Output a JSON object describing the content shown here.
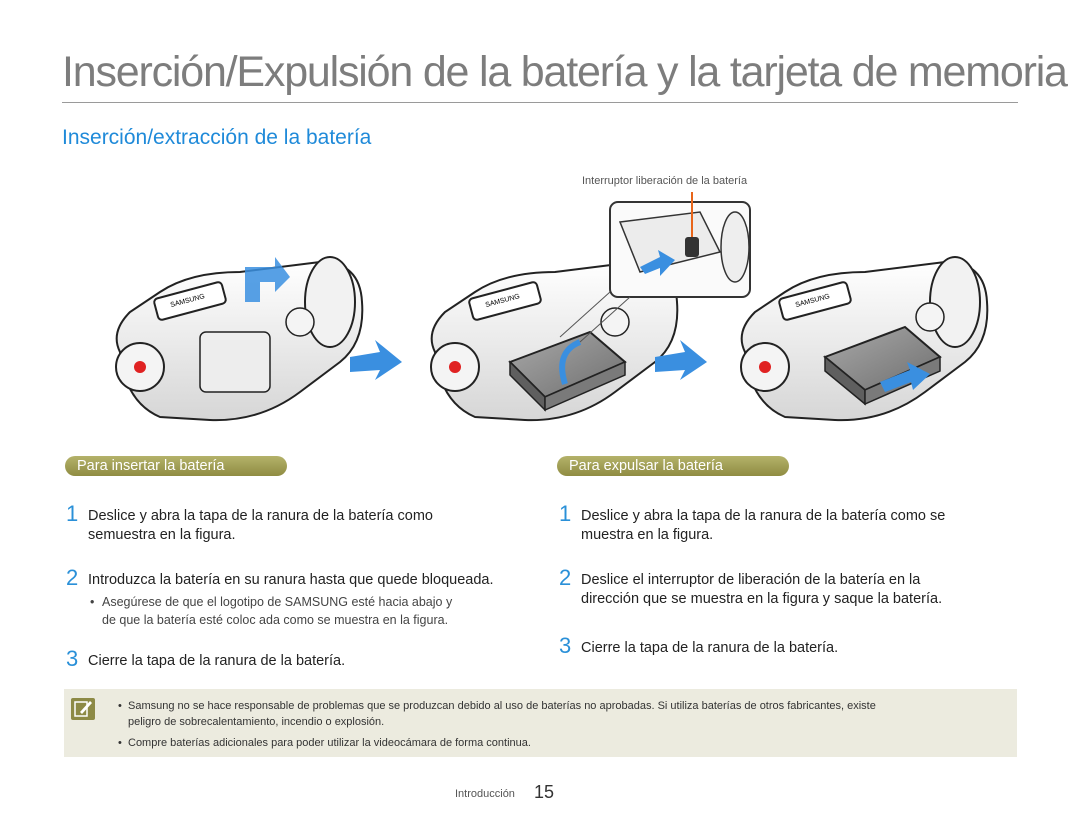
{
  "header": {
    "title": "Inserción/Expulsión de la batería y la tarjeta de memoria"
  },
  "section": {
    "title": "Inserción/extracción de la batería"
  },
  "figure": {
    "callout": "Interruptor liberación de la batería",
    "brand": "SAMSUNG",
    "colors": {
      "arrow": "#3a8fe0",
      "callout_line": "#e8651a",
      "battery": "#8b8b8b"
    }
  },
  "insert": {
    "heading": "Para insertar la batería",
    "steps": [
      {
        "num": "1",
        "text_line1": "Deslice y abra la tapa de la ranura de la batería como",
        "text_line2": "semuestra en la figura."
      },
      {
        "num": "2",
        "text_line1": "Introduzca la batería en su ranura hasta que quede bloqueada."
      },
      {
        "num": "3",
        "text_line1": "Cierre la tapa de la ranura de la batería."
      }
    ],
    "bullet": {
      "line1": "Asegúrese de que el logotipo de SAMSUNG esté hacia abajo y",
      "line2": "de que la batería esté coloc ada como se muestra en la figura."
    }
  },
  "eject": {
    "heading": "Para expulsar la batería",
    "steps": [
      {
        "num": "1",
        "text_line1": "Deslice y abra la tapa de la ranura de la batería como se",
        "text_line2": "muestra en la figura."
      },
      {
        "num": "2",
        "text_line1": "Deslice el interruptor de liberación de la batería en la",
        "text_line2": "dirección que se muestra en la figura y saque la batería."
      },
      {
        "num": "3",
        "text_line1": "Cierre la tapa de la ranura de la batería."
      }
    ]
  },
  "note": {
    "bullet1_line1": "Samsung no se hace responsable de problemas que se produzcan debido al uso de baterías no aprobadas. Si utiliza baterías de otros fabricantes, existe",
    "bullet1_line2": "peligro de sobrecalentamiento, incendio o explosión.",
    "bullet2": "Compre baterías adicionales para poder utilizar la videocámara de forma continua.",
    "color": "#ecebdf"
  },
  "footer": {
    "section": "Introducción",
    "page": "15"
  }
}
